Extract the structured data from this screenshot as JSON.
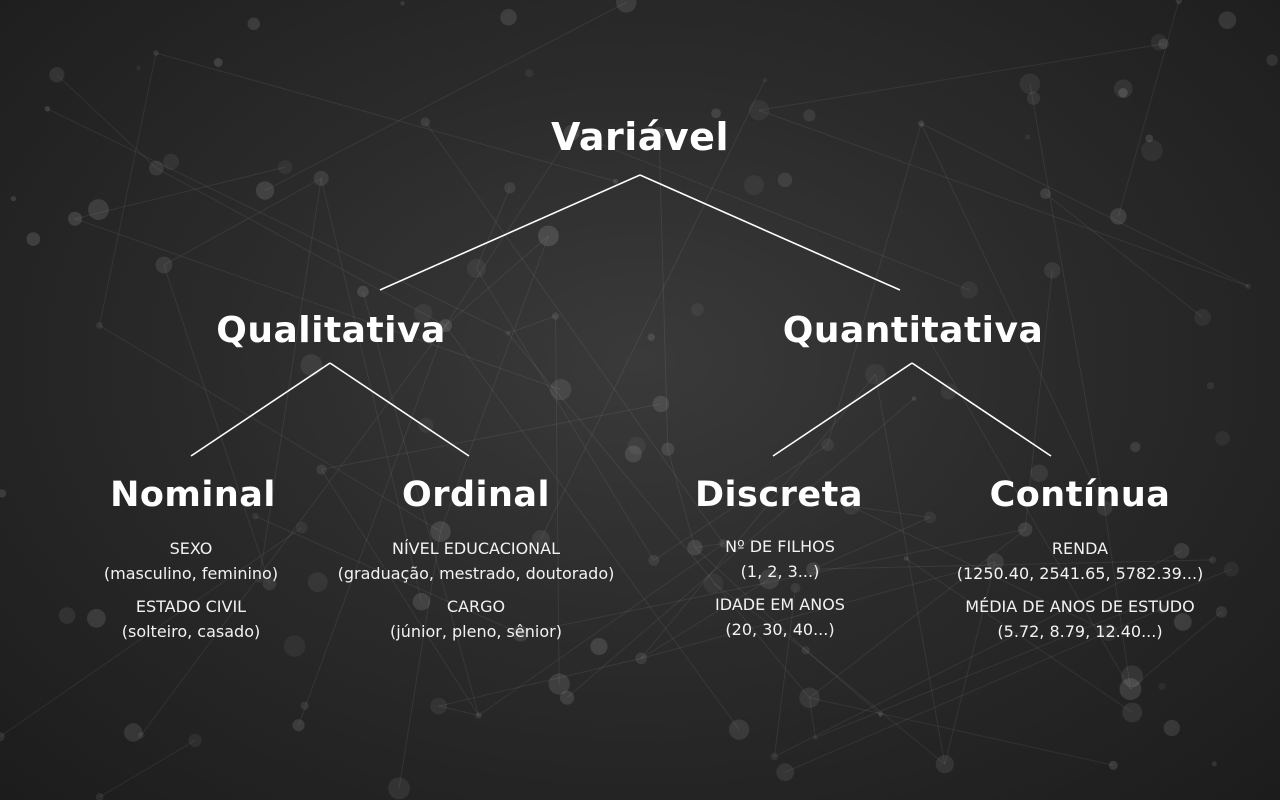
{
  "colors": {
    "background": "#2a2a2a",
    "text": "#ffffff",
    "lines": "#ffffff"
  },
  "tree": {
    "root": "Variável",
    "qualitative": {
      "label": "Qualitativa",
      "nominal": {
        "label": "Nominal",
        "examples": [
          {
            "name": "SEXO",
            "values": "(masculino, feminino)"
          },
          {
            "name": "ESTADO CIVIL",
            "values": "(solteiro, casado)"
          }
        ]
      },
      "ordinal": {
        "label": "Ordinal",
        "examples": [
          {
            "name": "NÍVEL EDUCACIONAL",
            "values": "(graduação, mestrado, doutorado)"
          },
          {
            "name": "CARGO",
            "values": "(júnior, pleno, sênior)"
          }
        ]
      }
    },
    "quantitative": {
      "label": "Quantitativa",
      "discrete": {
        "label": "Discreta",
        "examples": [
          {
            "name": "Nº DE FILHOS",
            "values": "(1, 2, 3...)"
          },
          {
            "name": "IDADE EM ANOS",
            "values": "(20, 30, 40...)"
          }
        ]
      },
      "continuous": {
        "label": "Contínua",
        "examples": [
          {
            "name": "RENDA",
            "values": "(1250.40, 2541.65, 5782.39...)"
          },
          {
            "name": "MÉDIA DE ANOS DE ESTUDO",
            "values": "(5.72, 8.79, 12.40...)"
          }
        ]
      }
    }
  }
}
